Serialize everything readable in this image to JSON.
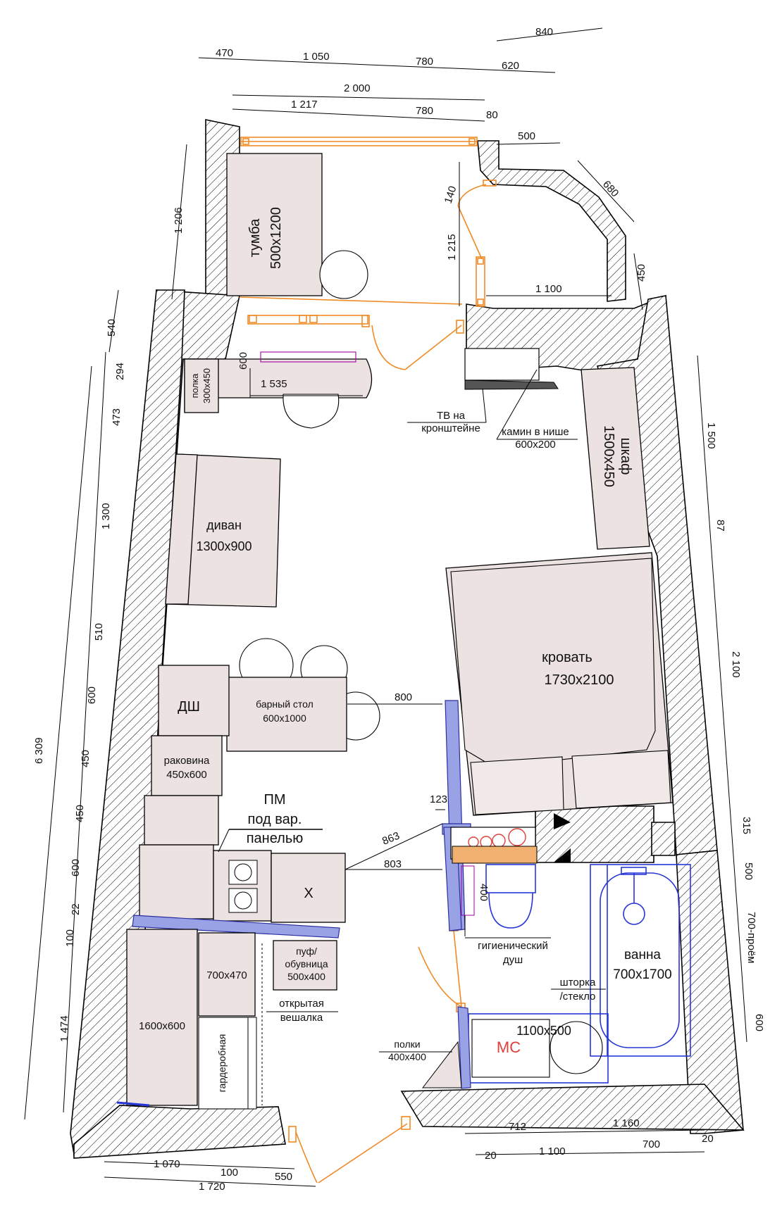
{
  "dims": {
    "top_840": "840",
    "top_470": "470",
    "top_1050": "1 050",
    "top_780a": "780",
    "top_620": "620",
    "top_2000": "2 000",
    "top_1217": "1 217",
    "top_780b": "780",
    "top_80": "80",
    "bal_500": "500",
    "bal_680": "680",
    "bal_450": "450",
    "bal_1100": "1 100",
    "bal_140": "140",
    "bal_1215": "1 215",
    "left_1206": "1 206",
    "left_540": "540",
    "left_294": "294",
    "left_473": "473",
    "left_1300": "1 300",
    "left_510": "510",
    "left_600a": "600",
    "left_450a": "450",
    "left_450b": "450",
    "left_600b": "600",
    "left_22": "22",
    "left_100": "100",
    "left_1474": "1 474",
    "left_6309": "6 309",
    "desk_600": "600",
    "desk_1535": "1 535",
    "right_1500": "1 500",
    "right_87": "87",
    "right_2100": "2 100",
    "right_315": "315",
    "right_500": "500",
    "right_700_opening": "700-проём",
    "right_600": "600",
    "mid_800": "800",
    "mid_123": "123",
    "mid_863": "863",
    "mid_803": "803",
    "mid_400": "400",
    "bot_712": "712",
    "bot_1160": "1 160",
    "bot_20a": "20",
    "bot_1100": "1 100",
    "bot_700": "700",
    "bot_20b": "20",
    "bot_1070": "1 070",
    "bot_100": "100",
    "bot_550": "550",
    "bot_1720": "1 720"
  },
  "labels": {
    "tumba_1": "тумба",
    "tumba_2": "500x1200",
    "polka_1": "полка",
    "polka_2": "300x450",
    "tv_1": "ТВ на",
    "tv_2": "кронштейне",
    "kamin_1": "камин в нише",
    "kamin_2": "600x200",
    "shkaf_1": "шкаф",
    "shkaf_2": "1500x450",
    "divan_1": "диван",
    "divan_2": "1300x900",
    "krovat_1": "кровать",
    "krovat_2": "1730x2100",
    "dsh": "ДШ",
    "bar_1": "барный стол",
    "bar_2": "600x1000",
    "rakovina_1": "раковина",
    "rakovina_2": "450x600",
    "pm_1": "ПМ",
    "pm_2": "под вар.",
    "pm_3": "панелью",
    "x_mark": "X",
    "g_shower_1": "гигиенический",
    "g_shower_2": "душ",
    "vanna_1": "ванна",
    "vanna_2": "700x1700",
    "shtorka_1": "шторка",
    "shtorka_2": "/стекло",
    "mc": "МС",
    "mc_size": "1100x500",
    "puf_1": "пуф/",
    "puf_2": "обувница",
    "puf_3": "500x400",
    "vesh_1": "открытая",
    "vesh_2": "вешалка",
    "box_700": "700x470",
    "box_1600": "1600x600",
    "garderob": "гардеробная",
    "polki_1": "полки",
    "polki_2": "400x400"
  },
  "colors": {
    "hatch": "#000000",
    "furniture": "#ede2e2",
    "door": "#f08a24",
    "plumbing": "#2636d6",
    "partition": "#9aa2e6",
    "wc_text": "#e0403a"
  }
}
